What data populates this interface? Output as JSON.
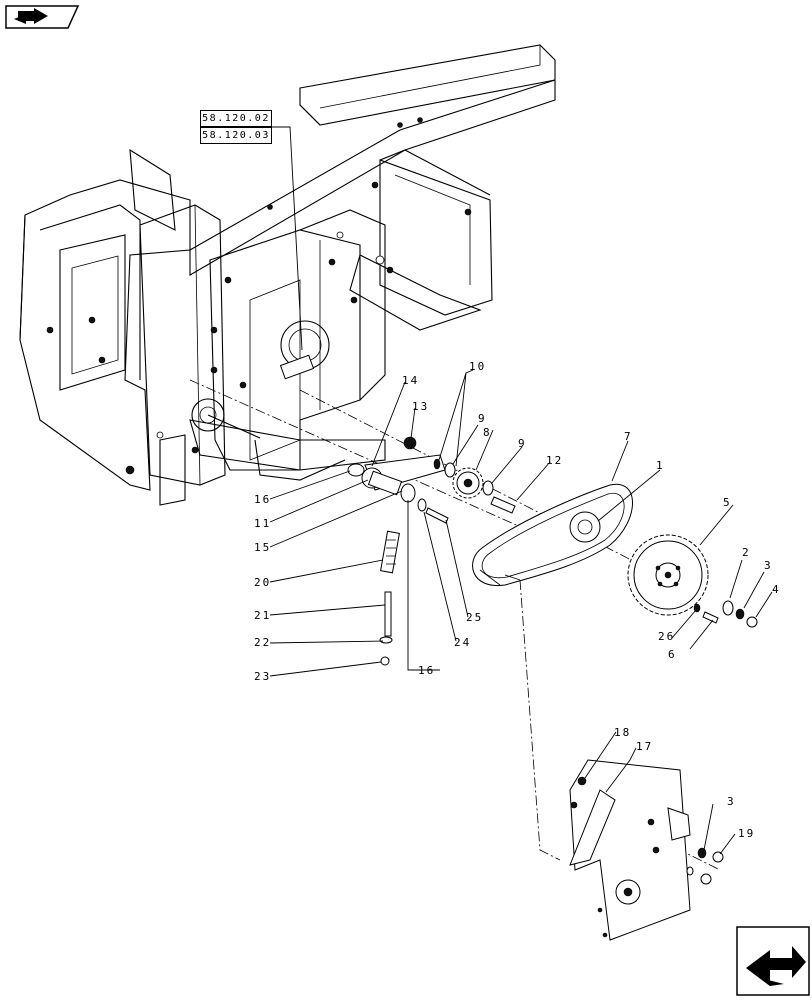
{
  "diagram": {
    "reference_boxes": [
      "58.120.02",
      "58.120.03"
    ],
    "callouts": [
      {
        "id": "c1",
        "label": "1"
      },
      {
        "id": "c2",
        "label": "2"
      },
      {
        "id": "c3a",
        "label": "3"
      },
      {
        "id": "c3b",
        "label": "3"
      },
      {
        "id": "c4",
        "label": "4"
      },
      {
        "id": "c5",
        "label": "5"
      },
      {
        "id": "c6",
        "label": "6"
      },
      {
        "id": "c7",
        "label": "7"
      },
      {
        "id": "c8",
        "label": "8"
      },
      {
        "id": "c9a",
        "label": "9"
      },
      {
        "id": "c9b",
        "label": "9"
      },
      {
        "id": "c10",
        "label": "10"
      },
      {
        "id": "c11",
        "label": "11"
      },
      {
        "id": "c12",
        "label": "12"
      },
      {
        "id": "c13",
        "label": "13"
      },
      {
        "id": "c14",
        "label": "14"
      },
      {
        "id": "c15",
        "label": "15"
      },
      {
        "id": "c16a",
        "label": "16"
      },
      {
        "id": "c16b",
        "label": "16"
      },
      {
        "id": "c17",
        "label": "17"
      },
      {
        "id": "c18",
        "label": "18"
      },
      {
        "id": "c19",
        "label": "19"
      },
      {
        "id": "c20",
        "label": "20"
      },
      {
        "id": "c21",
        "label": "21"
      },
      {
        "id": "c22",
        "label": "22"
      },
      {
        "id": "c23",
        "label": "23"
      },
      {
        "id": "c24",
        "label": "24"
      },
      {
        "id": "c25",
        "label": "25"
      },
      {
        "id": "c26",
        "label": "26"
      }
    ]
  },
  "icons": {
    "top_left": "book-arrow-icon",
    "bottom_right": "next-page-arrow-icon"
  }
}
